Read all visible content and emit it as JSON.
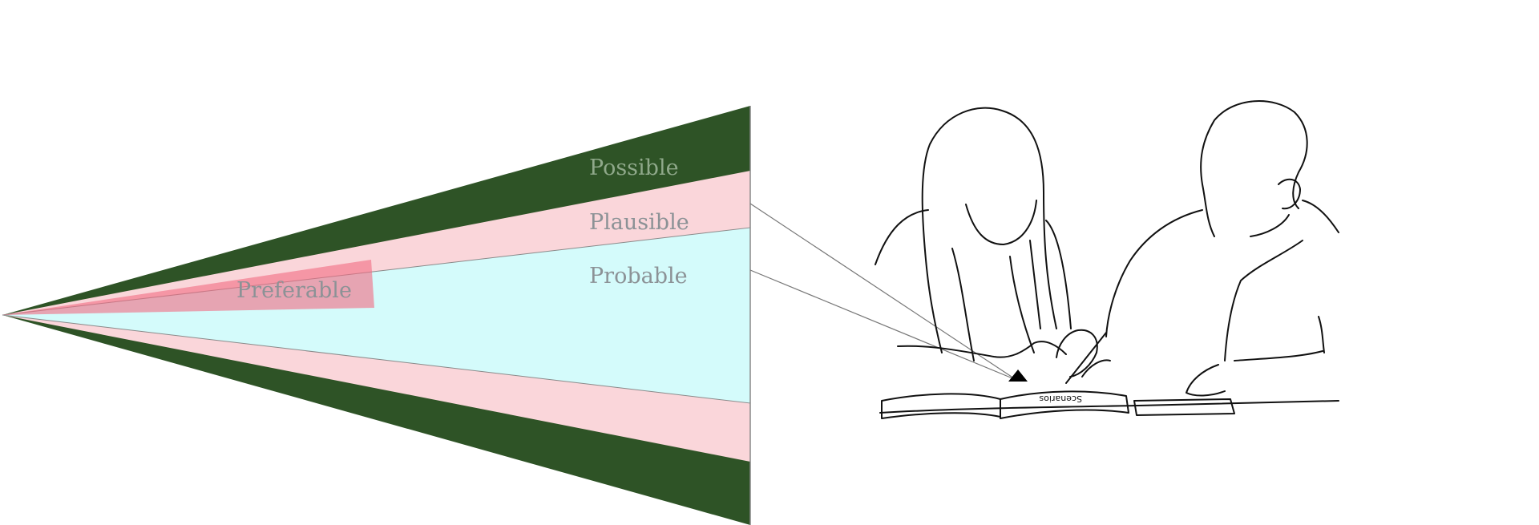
{
  "cone": {
    "labels": {
      "possible": "Possible",
      "plausible": "Plausible",
      "probable": "Probable",
      "preferable": "Preferable"
    },
    "colors": {
      "possible": "#2e5326",
      "plausible": "#fad6da",
      "probable": "#d4fbfb",
      "preferable": "#f26b82",
      "label_on_dark": "#8fa88a",
      "label_on_light": "#8c9296",
      "outline": "#888888"
    }
  },
  "illustration": {
    "notebook_text": "Scenarios",
    "marker_icon": "triangle-marker-icon"
  }
}
